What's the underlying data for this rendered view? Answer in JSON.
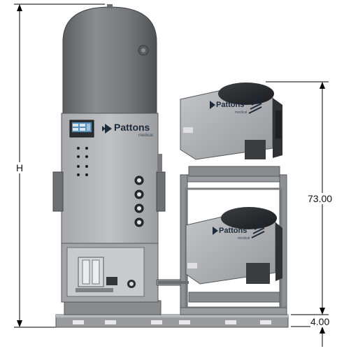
{
  "dimensions": {
    "height_label": "H",
    "upper_dim": "73.00",
    "base_dim": "4.00"
  },
  "branding": {
    "brand": "Pattons",
    "sub": "medical"
  },
  "colors": {
    "tank": "#7a7c80",
    "panel": "#b3b4b8",
    "frame": "#8e9094",
    "dark": "#2a2c30",
    "line": "#000000"
  },
  "icons": [
    "pattons-logo-icon",
    "pressure-gauge-icon",
    "hmi-screen-icon"
  ]
}
